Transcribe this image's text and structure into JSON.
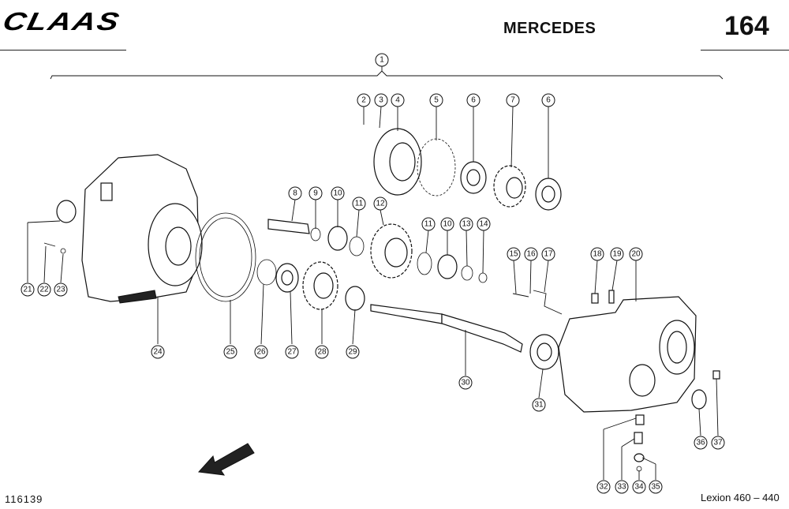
{
  "header": {
    "brand": "CLAAS",
    "model": "MERCEDES",
    "page_number": "164"
  },
  "footer": {
    "document_number": "116139",
    "series": "Lexion 460 – 440"
  },
  "callouts": [
    "1",
    "2",
    "3",
    "4",
    "5",
    "6",
    "7",
    "6",
    "8",
    "9",
    "10",
    "11",
    "12",
    "11",
    "10",
    "13",
    "14",
    "15",
    "16",
    "17",
    "18",
    "19",
    "20",
    "21",
    "22",
    "23",
    "24",
    "25",
    "26",
    "27",
    "28",
    "29",
    "30",
    "31",
    "32",
    "33",
    "34",
    "35",
    "36",
    "37"
  ]
}
